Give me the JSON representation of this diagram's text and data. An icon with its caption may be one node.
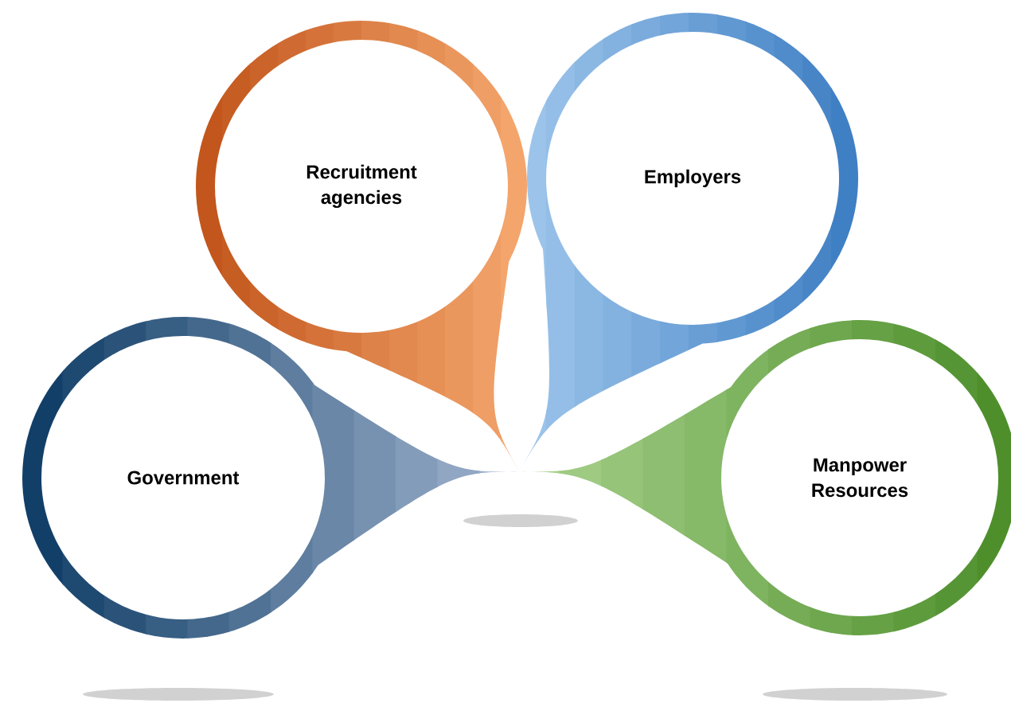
{
  "diagram": {
    "nodes": [
      {
        "text": [
          "Recruitment agencies"
        ]
      },
      {
        "text": [
          "Employers"
        ]
      },
      {
        "text": [
          "Government"
        ]
      },
      {
        "text": [
          "Manpower Resources"
        ]
      }
    ]
  }
}
